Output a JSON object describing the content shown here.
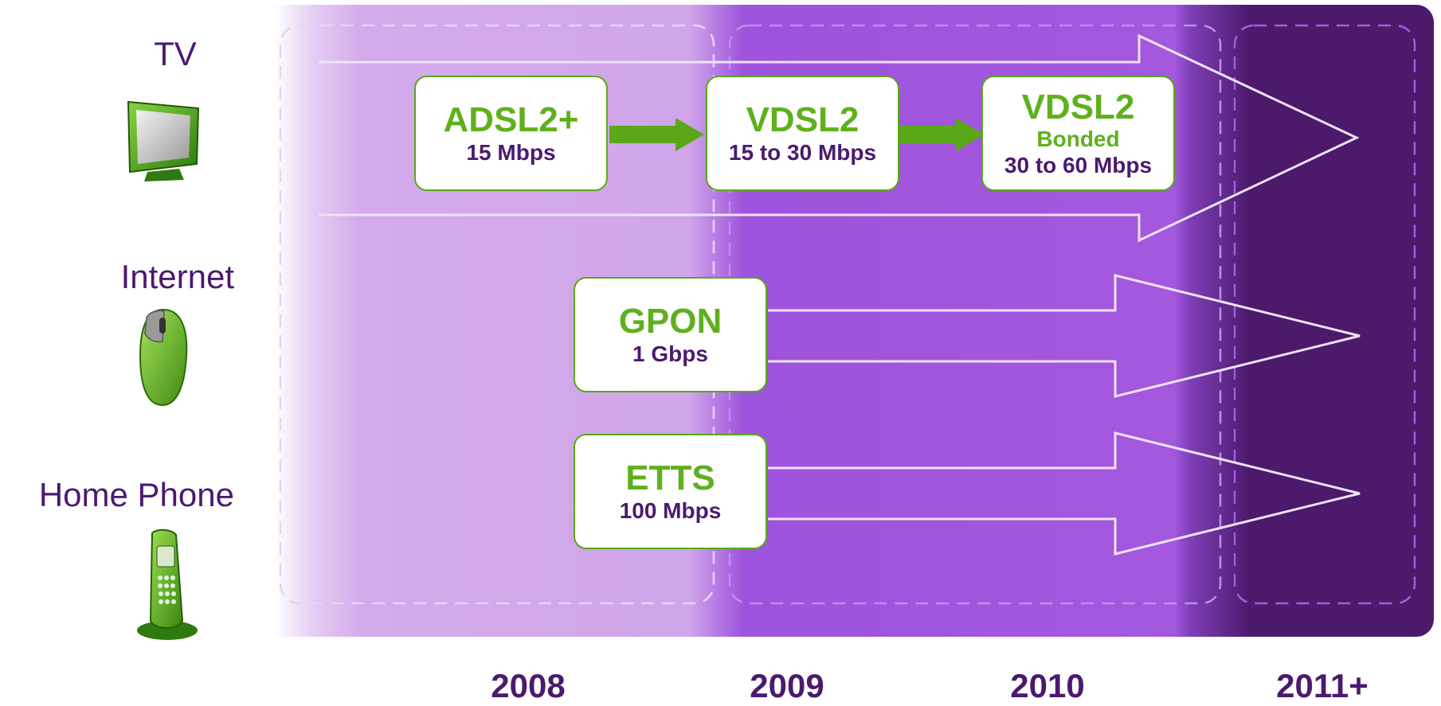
{
  "services": [
    {
      "label": "TV",
      "icon": "tv-icon"
    },
    {
      "label": "Internet",
      "icon": "mouse-icon"
    },
    {
      "label": "Home Phone",
      "icon": "phone-icon"
    }
  ],
  "years": [
    "2008",
    "2009",
    "2010",
    "2011+"
  ],
  "technologies": [
    {
      "name": "ADSL2+",
      "detail": "",
      "speed": "15 Mbps"
    },
    {
      "name": "VDSL2",
      "detail": "",
      "speed": "15 to 30 Mbps"
    },
    {
      "name": "VDSL2",
      "detail": "Bonded",
      "speed": "30 to 60 Mbps"
    },
    {
      "name": "GPON",
      "detail": "",
      "speed": "1 Gbps"
    },
    {
      "name": "ETTS",
      "detail": "",
      "speed": "100 Mbps"
    }
  ],
  "colors": {
    "accent_green": "#5fb01d",
    "text_purple": "#4b1a6e",
    "light_purple": "#d0a6ea",
    "mid_purple": "#a358de",
    "dark_purple": "#4b1a6b"
  }
}
